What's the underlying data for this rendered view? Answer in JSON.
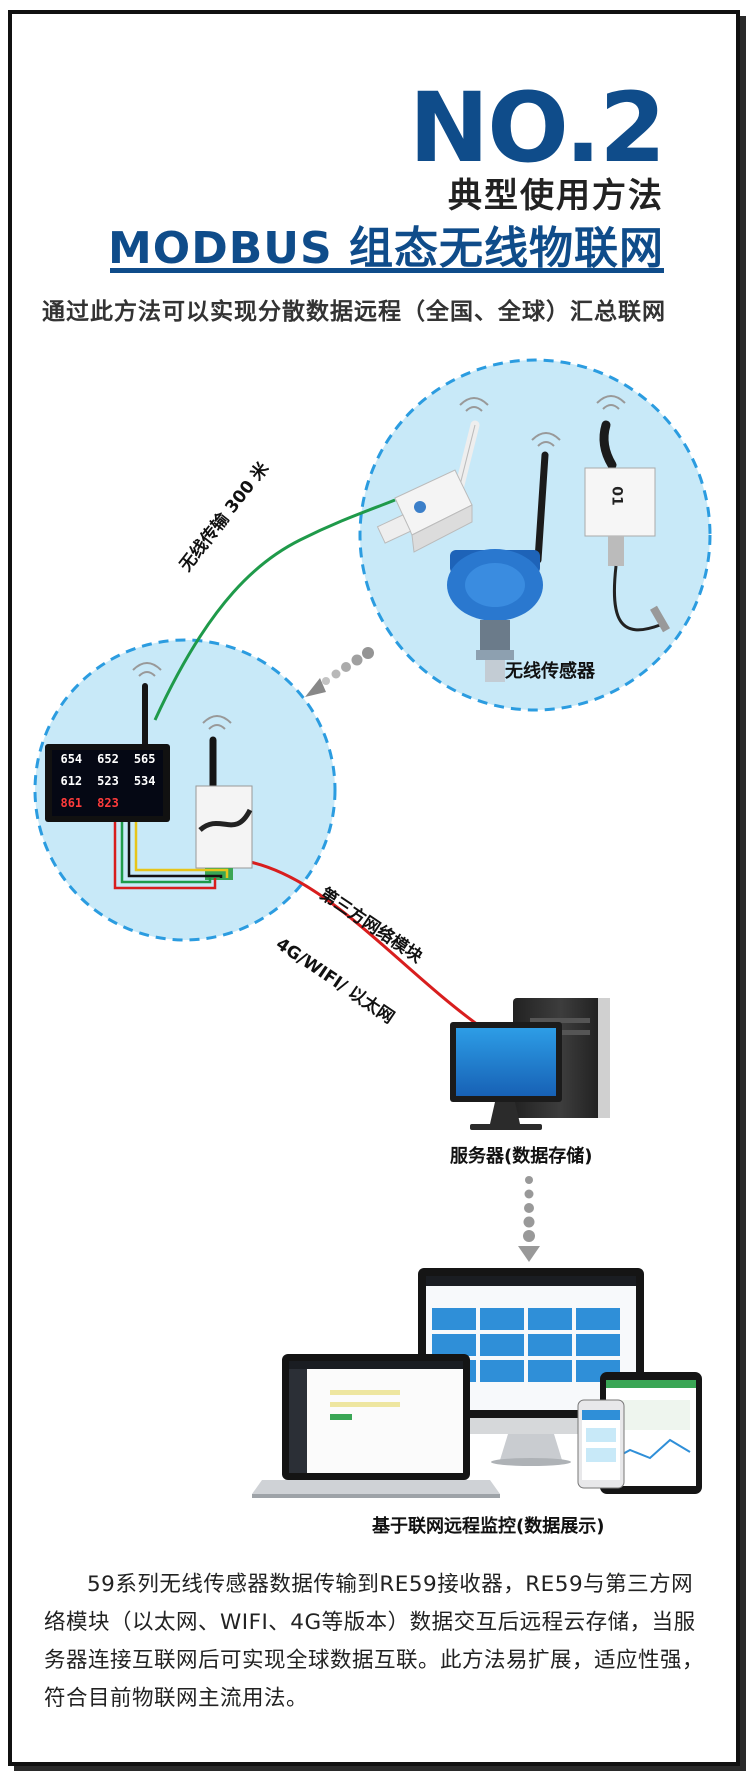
{
  "header": {
    "number": "NO.2",
    "subtitle": "典型使用方法",
    "title": "MODBUS 组态无线物联网",
    "lead": "通过此方法可以实现分散数据远程（全国、全球）汇总联网"
  },
  "diagram": {
    "sensor_label": "无线传感器",
    "wireless_link_label": "无线传输 300 米",
    "third_party_label": "第三方网络模块",
    "network_label": "4G/WIFI/ 以太网",
    "server_label": "服务器(数据存储)",
    "monitor_label": "基于联网远程监控(数据展示)",
    "sensor_tag": "01",
    "display_values": [
      [
        "654",
        "652",
        "565"
      ],
      [
        "612",
        "523",
        "534"
      ],
      [
        "861",
        "823",
        ""
      ]
    ]
  },
  "description": "59系列无线传感器数据传输到RE59接收器，RE59与第三方网络模块（以太网、WIFI、4G等版本）数据交互后远程云存储，当服务器连接互联网后可实现全球数据互联。此方法易扩展，适应性强，符合目前物联网主流用法。",
  "colors": {
    "brand_blue": "#0f4c8a",
    "circle_fill": "#c8e9f8",
    "circle_stroke": "#2b9ce0",
    "link_green": "#1f9a4a",
    "link_red": "#d81e1e",
    "tile_blue": "#2f8fd8"
  }
}
